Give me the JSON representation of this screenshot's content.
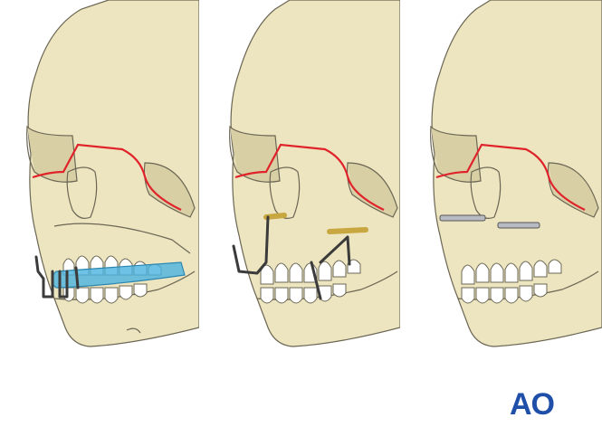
{
  "logo": {
    "text": "AO",
    "color": "#1f4fa8"
  },
  "colors": {
    "bone": "#ede5c0",
    "bone_shadow": "#d9cfa4",
    "outline": "#6b6654",
    "fracture": "#e0232b",
    "splint": "#4ab3e0",
    "wire": "#3b3b3b",
    "plate": "#c8a640",
    "screw": "#b8bcc2"
  },
  "panels": [
    {
      "id": "splint-and-arch-bars",
      "icons": [
        "skull-icon",
        "fracture-line-icon",
        "occlusal-splint-icon",
        "external-fixator-arm-icon"
      ]
    },
    {
      "id": "plates-with-extraoral-rods",
      "icons": [
        "skull-icon",
        "fracture-line-icon",
        "miniplate-icon",
        "external-rod-icon"
      ]
    },
    {
      "id": "lag-screws",
      "icons": [
        "skull-icon",
        "fracture-line-icon",
        "lag-screw-icon"
      ]
    }
  ]
}
